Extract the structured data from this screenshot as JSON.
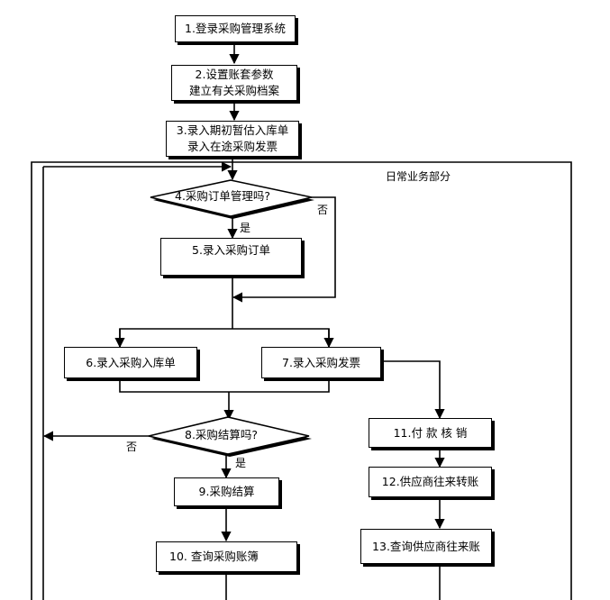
{
  "steps": {
    "s1": "1.登录采购管理系统",
    "s2_line1": "2.设置账套参数",
    "s2_line2": "建立有关采购档案",
    "s3_line1": "3.录入期初暂估入库单",
    "s3_line2": "录入在途采购发票",
    "s4": "4.采购订单管理吗?",
    "s5": "5.录入采购订单",
    "s6": "6.录入采购入库单",
    "s7": "7.录入采购发票",
    "s8": "8.采购结算吗?",
    "s9": "9.采购结算",
    "s10": "10. 查询采购账簿",
    "s11": "11.付 款 核 销",
    "s12": "12.供应商往来转账",
    "s13": "13.查询供应商往来账"
  },
  "labels": {
    "section": "日常业务部分",
    "yes4": "是",
    "no4": "否",
    "yes8": "是",
    "no8": "否"
  }
}
